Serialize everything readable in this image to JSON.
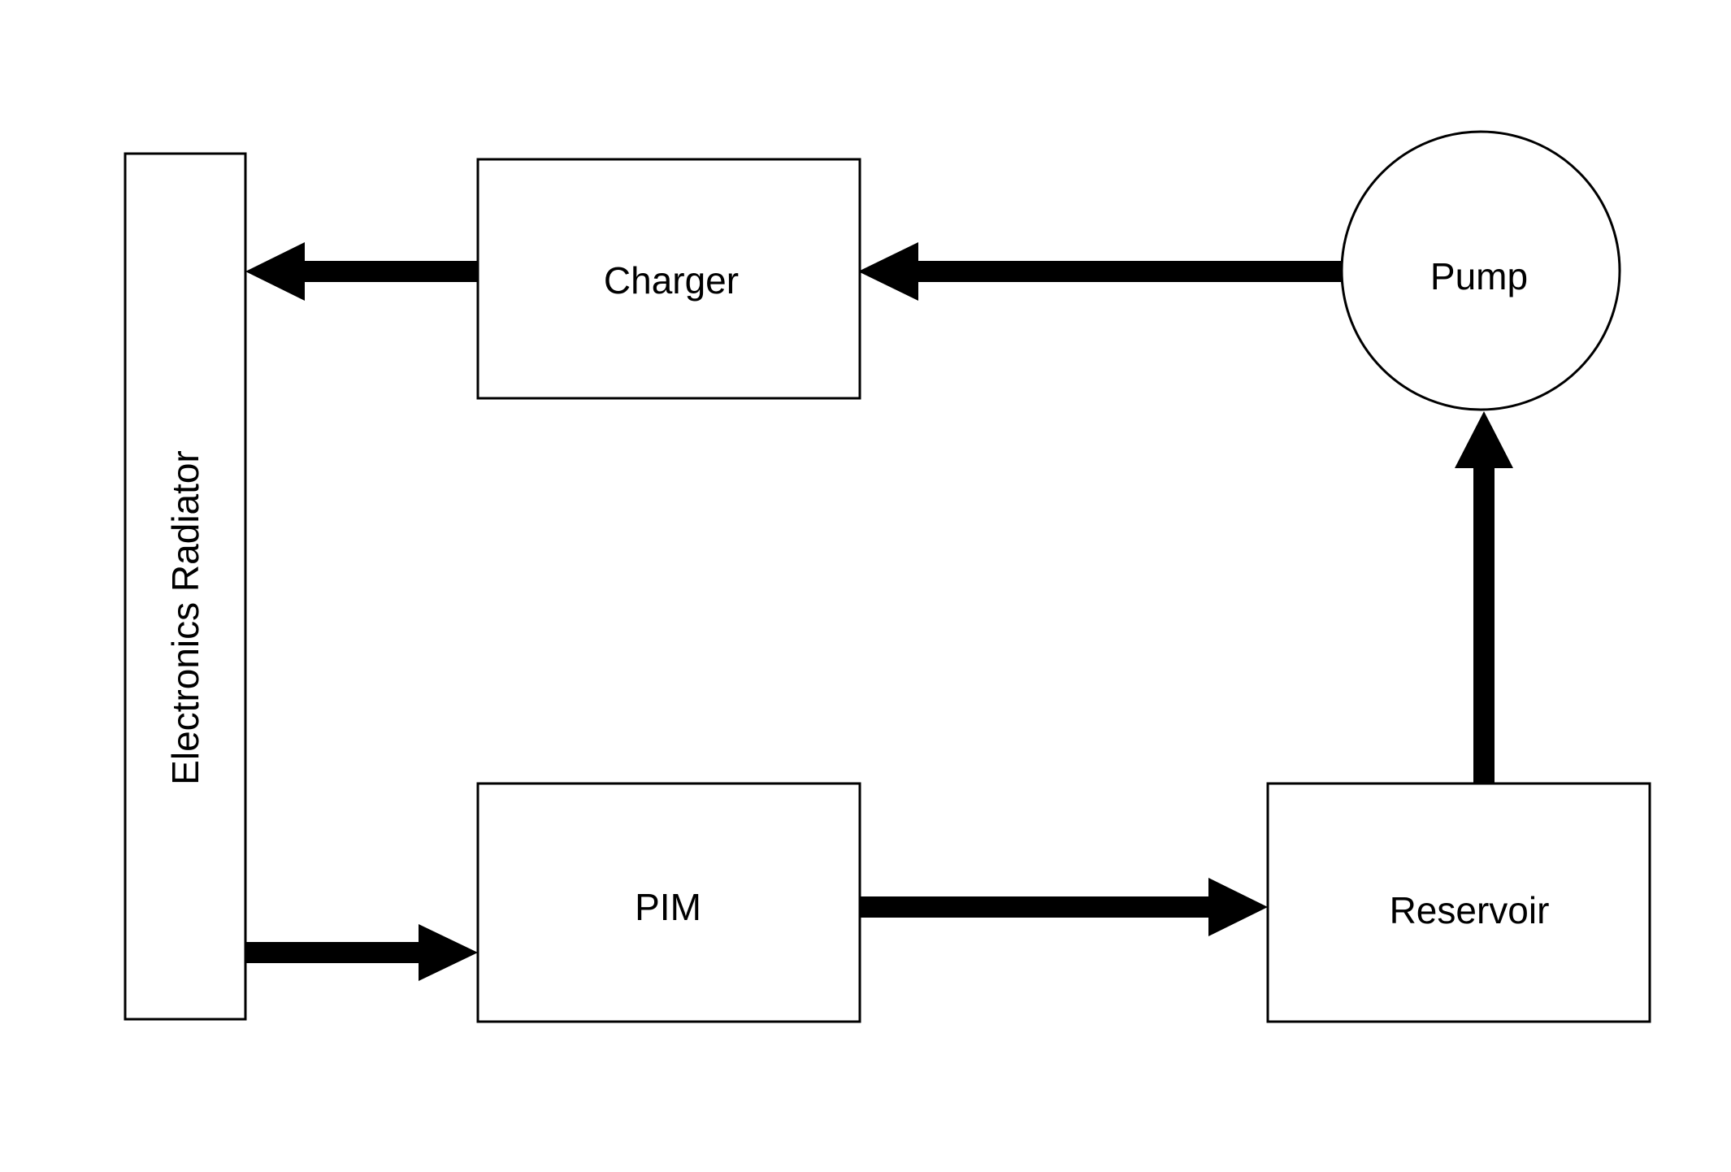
{
  "diagram": {
    "type": "flow",
    "colors": {
      "stroke": "#000000",
      "fill": "#ffffff",
      "text": "#000000"
    },
    "nodes": [
      {
        "id": "radiator",
        "label": "Electronics Radiator",
        "shape": "rectangle",
        "label_orientation": "vertical"
      },
      {
        "id": "charger",
        "label": "Charger",
        "shape": "rectangle"
      },
      {
        "id": "pump",
        "label": "Pump",
        "shape": "circle"
      },
      {
        "id": "pim",
        "label": "PIM",
        "shape": "rectangle"
      },
      {
        "id": "reservoir",
        "label": "Reservoir",
        "shape": "rectangle"
      }
    ],
    "edges": [
      {
        "from": "pump",
        "to": "charger",
        "style": "solid-arrow"
      },
      {
        "from": "charger",
        "to": "radiator",
        "style": "solid-arrow"
      },
      {
        "from": "radiator",
        "to": "pim",
        "style": "solid-arrow"
      },
      {
        "from": "pim",
        "to": "reservoir",
        "style": "solid-arrow"
      },
      {
        "from": "reservoir",
        "to": "pump",
        "style": "solid-arrow"
      }
    ]
  }
}
